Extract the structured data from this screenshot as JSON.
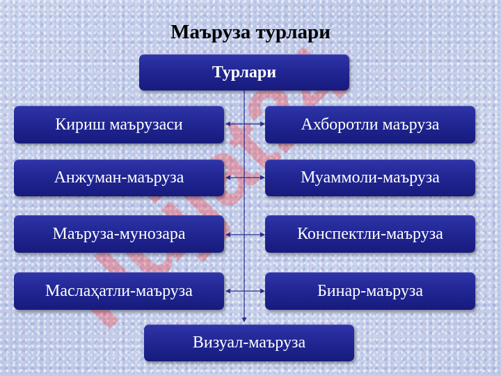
{
  "slide": {
    "title": "Маъруза турлари",
    "root": "Турлари",
    "left_items": [
      "Кириш маърузаси",
      "Анжуман-маъруза",
      "Маъруза-мунозара",
      "Маслаҳатли-маъруза"
    ],
    "right_items": [
      "Ахборотли маъруза",
      "Муаммоли-маъруза",
      "Конспектли-маъруза",
      "Бинар-маъруза"
    ],
    "bottom": "Визуал-маъруза"
  },
  "watermark": {
    "text": "Hujjat24"
  },
  "colors": {
    "box_fill": "#1f2490",
    "box_text": "#ffffff",
    "connector": "#2a2f8f",
    "watermark": "#ff3a3a"
  }
}
